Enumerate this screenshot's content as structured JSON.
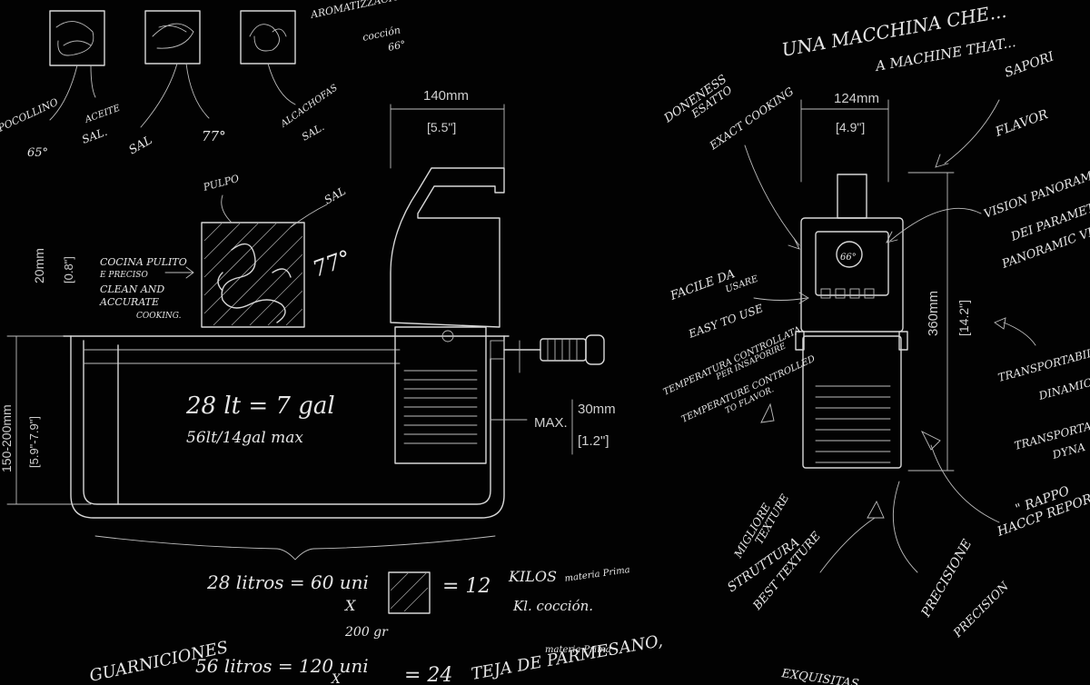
{
  "colors": {
    "background": "#020202",
    "chalk": "#d8d8d8"
  },
  "sketch_left": {
    "notes_top": {
      "aceite_heading": "AROMATIZZACIONE DE ACEITES",
      "coccion": "cocción",
      "temp_66": "66°",
      "pocollino": "POCOLLINO",
      "aceite": "ACEITE",
      "sal1": "SAL.",
      "temp_65": "65°",
      "sal2": "SAL",
      "temp_77a": "77°",
      "alcachofas": "ALCACHOFAS",
      "sal3": "SAL."
    },
    "width_dim": {
      "mm": "140mm",
      "in": "[5.5\"]"
    },
    "height_dim": {
      "mm": "20mm",
      "in": "[0.8\"]"
    },
    "depth_dim": {
      "mm": "150-200mm",
      "in": "[5.9\"-7.9\"]"
    },
    "max_dim": {
      "label": "MAX.",
      "mm": "30mm",
      "in": "[1.2\"]"
    },
    "pulpo": "PULPO",
    "sal_label": "SAL",
    "temp_77b": "77°",
    "cocina": {
      "line1": "COCINA PULITO",
      "line2": "E PRECISO",
      "line3": "CLEAN AND",
      "line4": "ACCURATE",
      "line5": "COOKING."
    },
    "tank": {
      "volume": "28 lt = 7 gal",
      "max": "56lt/14gal max"
    },
    "calc1": {
      "a": "28 litros = 60 uni",
      "b": "= 12",
      "c": "KILOS",
      "d": "materia Prima",
      "e": "Kl. cocción.",
      "x": "X",
      "g": "200 gr"
    },
    "calc2": {
      "a": "56 litros = 120 uni",
      "b": "= 24",
      "x": "X",
      "c": "materia Prima",
      "d": "TEJA DE PARMESANO,",
      "e": "GUARNICIONES"
    }
  },
  "sketch_right": {
    "title1": "UNA MACCHINA CHE...",
    "title2": "A MACHINE THAT...",
    "width_dim": {
      "mm": "124mm",
      "in": "[4.9\"]"
    },
    "height_dim": {
      "mm": "360mm",
      "in": "[14.2\"]"
    },
    "doneness": {
      "l1": "DONENESS",
      "l2": "ESATTO",
      "l3": "EXACT COOKING"
    },
    "sapori": {
      "l1": "SAPORI",
      "l2": "FLAVOR"
    },
    "vision": {
      "l1": "VISION PANORAMIC",
      "l2": "DEI PARAMETRI",
      "l3": "PANORAMIC VIS"
    },
    "facile": {
      "l1": "FACILE DA",
      "l2": "USARE",
      "l3": "EASY TO USE"
    },
    "temperatura": {
      "l1": "TEMPERATURA CONTROLLATA",
      "l2": "PER INSAPORIRE",
      "l3": "TEMPERATURE CONTROLLED",
      "l4": "TO FLAVOR."
    },
    "transportable": {
      "l1": "TRANSPORTABILE",
      "l2": "DINAMIC",
      "l3": "TRANSPORTABLE",
      "l4": "DYNA"
    },
    "haccp": {
      "l1": "\" RAPPO",
      "l2": "HACCP REPOR"
    },
    "texture": {
      "l1": "MIGLIORE",
      "l2": "TEXTURE",
      "l3": "STRUTTURA",
      "l4": "BEST TEXTURE"
    },
    "precisione": {
      "l1": "PRECISIONE",
      "l2": "PRECISION"
    },
    "screen": {
      "temp": "66°"
    },
    "bottom_note": "EXQUISITAS ..."
  }
}
